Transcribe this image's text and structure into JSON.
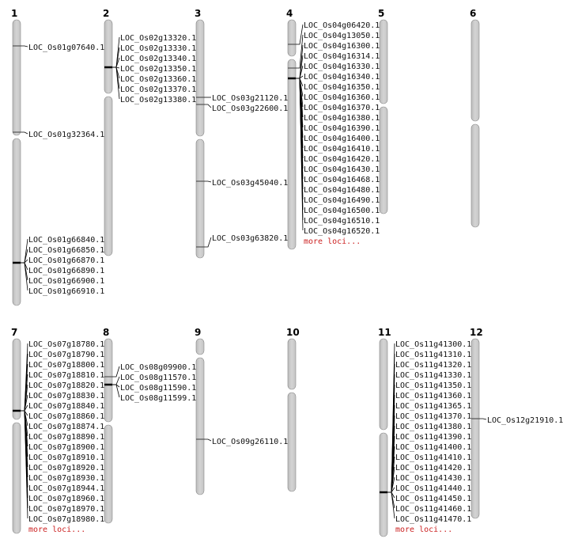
{
  "title": "Chromosome map",
  "colors": {
    "chromosome": "#d4d4d4",
    "outline": "#888888",
    "more_link": "#cc2222"
  },
  "more_label": "more loci...",
  "chromosomes": [
    {
      "name": "1",
      "loci": [
        "LOC_Os01g07640.1",
        "LOC_Os01g32364.1",
        "LOC_Os01g66840.1",
        "LOC_Os01g66850.1",
        "LOC_Os01g66870.1",
        "LOC_Os01g66890.1",
        "LOC_Os01g66900.1",
        "LOC_Os01g66910.1"
      ],
      "more": false
    },
    {
      "name": "2",
      "loci": [
        "LOC_Os02g13320.1",
        "LOC_Os02g13330.1",
        "LOC_Os02g13340.1",
        "LOC_Os02g13350.1",
        "LOC_Os02g13360.1",
        "LOC_Os02g13370.1",
        "LOC_Os02g13380.1"
      ],
      "more": false
    },
    {
      "name": "3",
      "loci": [
        "LOC_Os03g21120.1",
        "LOC_Os03g22600.1",
        "LOC_Os03g45040.1",
        "LOC_Os03g63820.1"
      ],
      "more": false
    },
    {
      "name": "4",
      "loci": [
        "LOC_Os04g06420.1",
        "LOC_Os04g13050.1",
        "LOC_Os04g16300.1",
        "LOC_Os04g16314.1",
        "LOC_Os04g16330.1",
        "LOC_Os04g16340.1",
        "LOC_Os04g16350.1",
        "LOC_Os04g16360.1",
        "LOC_Os04g16370.1",
        "LOC_Os04g16380.1",
        "LOC_Os04g16390.1",
        "LOC_Os04g16400.1",
        "LOC_Os04g16410.1",
        "LOC_Os04g16420.1",
        "LOC_Os04g16430.1",
        "LOC_Os04g16468.1",
        "LOC_Os04g16480.1",
        "LOC_Os04g16490.1",
        "LOC_Os04g16500.1",
        "LOC_Os04g16510.1",
        "LOC_Os04g16520.1"
      ],
      "more": true
    },
    {
      "name": "5",
      "loci": [],
      "more": false
    },
    {
      "name": "6",
      "loci": [],
      "more": false
    },
    {
      "name": "7",
      "loci": [
        "LOC_Os07g18780.1",
        "LOC_Os07g18790.1",
        "LOC_Os07g18800.1",
        "LOC_Os07g18810.1",
        "LOC_Os07g18820.1",
        "LOC_Os07g18830.1",
        "LOC_Os07g18840.1",
        "LOC_Os07g18860.1",
        "LOC_Os07g18874.1",
        "LOC_Os07g18890.1",
        "LOC_Os07g18900.1",
        "LOC_Os07g18910.1",
        "LOC_Os07g18920.1",
        "LOC_Os07g18930.1",
        "LOC_Os07g18944.1",
        "LOC_Os07g18960.1",
        "LOC_Os07g18970.1",
        "LOC_Os07g18980.1"
      ],
      "more": true
    },
    {
      "name": "8",
      "loci": [
        "LOC_Os08g09900.1",
        "LOC_Os08g11570.1",
        "LOC_Os08g11590.1",
        "LOC_Os08g11599.1"
      ],
      "more": false
    },
    {
      "name": "9",
      "loci": [
        "LOC_Os09g26110.1"
      ],
      "more": false
    },
    {
      "name": "10",
      "loci": [],
      "more": false
    },
    {
      "name": "11",
      "loci": [
        "LOC_Os11g41300.1",
        "LOC_Os11g41310.1",
        "LOC_Os11g41320.1",
        "LOC_Os11g41330.1",
        "LOC_Os11g41350.1",
        "LOC_Os11g41360.1",
        "LOC_Os11g41365.1",
        "LOC_Os11g41370.1",
        "LOC_Os11g41380.1",
        "LOC_Os11g41390.1",
        "LOC_Os11g41400.1",
        "LOC_Os11g41410.1",
        "LOC_Os11g41420.1",
        "LOC_Os11g41430.1",
        "LOC_Os11g41440.1",
        "LOC_Os11g41450.1",
        "LOC_Os11g41460.1",
        "LOC_Os11g41470.1"
      ],
      "more": true
    },
    {
      "name": "12",
      "loci": [
        "LOC_Os12g21910.1"
      ],
      "more": false
    }
  ]
}
